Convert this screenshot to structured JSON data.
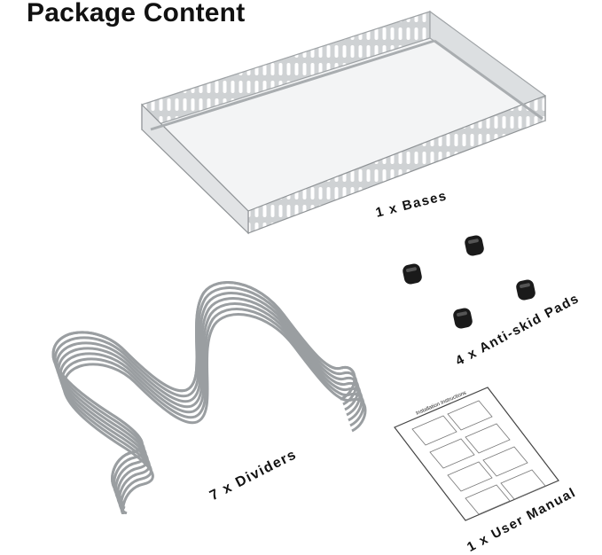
{
  "title": "Package Content",
  "items": [
    {
      "label": "1 x Bases",
      "icon": "base-frame-icon"
    },
    {
      "label": "4 x Anti-skid Pads",
      "icon": "anti-skid-pad-icon"
    },
    {
      "label": "7 x Dividers",
      "icon": "divider-icon"
    },
    {
      "label": "1 x User Manual",
      "icon": "user-manual-icon"
    }
  ],
  "manual_heading": "Installation Instructions",
  "colors": {
    "metal": "#b9bcbf",
    "metal_dark": "#8f9396",
    "pad": "#1a1a1a",
    "text": "#111111"
  }
}
